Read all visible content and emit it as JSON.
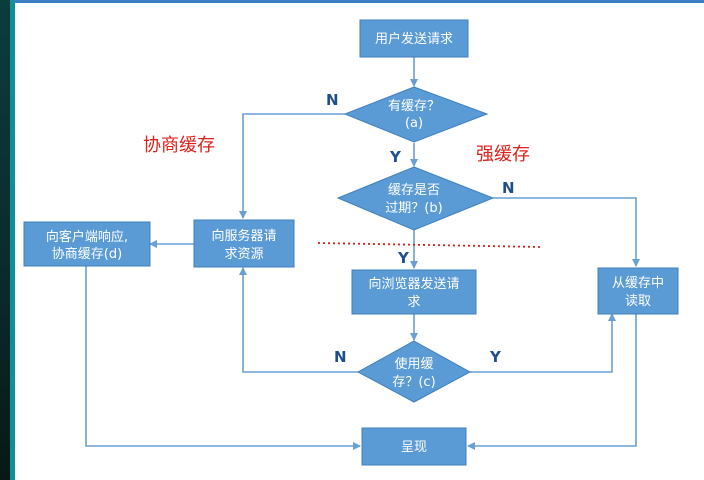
{
  "colors": {
    "node_fill": "#5b9bd5",
    "node_stroke": "#3f7fbf",
    "edge": "#6a9fd6",
    "edge_label": "#1f4e8c",
    "note": "#e0201a",
    "dotted_line": "#d0201a"
  },
  "nodes": {
    "start": {
      "line1": "用户发送请求"
    },
    "has_cache": {
      "line1": "有缓存？",
      "line2": "(a)"
    },
    "expired": {
      "line1": "缓存是否",
      "line2": "过期？(b)"
    },
    "server_request": {
      "line1": "向服务器请",
      "line2": "求资源"
    },
    "client_response": {
      "line1": "向客户端响应,",
      "line2": "协商缓存(d)"
    },
    "browser_request": {
      "line1": "向浏览器发送请",
      "line2": "求"
    },
    "read_cache": {
      "line1": "从缓存中",
      "line2": "读取"
    },
    "use_cache": {
      "line1": "使用缓",
      "line2": "存？(c)"
    },
    "render": {
      "line1": "呈现"
    }
  },
  "edge_labels": {
    "a_no": "N",
    "a_yes": "Y",
    "b_no": "N",
    "b_yes": "Y",
    "c_no": "N",
    "c_yes": "Y"
  },
  "notes": {
    "negotiated": "协商缓存",
    "strong": "强缓存"
  }
}
